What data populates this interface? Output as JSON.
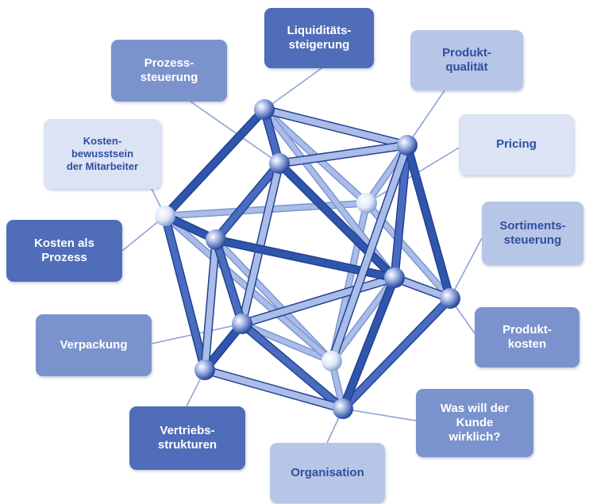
{
  "diagram": {
    "boxes": [
      {
        "id": "liquiditaet",
        "text": "Liquiditäts-\nsteigerung",
        "tone": "dark"
      },
      {
        "id": "prozess",
        "text": "Prozess-\nsteuerung",
        "tone": "mid"
      },
      {
        "id": "produktqual",
        "text": "Produkt-\nqualität",
        "tone": "light"
      },
      {
        "id": "bewusstsein",
        "text": "Kosten-\nbewusstsein\nder Mitarbeiter",
        "tone": "pale"
      },
      {
        "id": "pricing",
        "text": "Pricing",
        "tone": "pale"
      },
      {
        "id": "kostenprozess",
        "text": "Kosten als\nProzess",
        "tone": "dark"
      },
      {
        "id": "sortiment",
        "text": "Sortiments-\nsteuerung",
        "tone": "light"
      },
      {
        "id": "verpackung",
        "text": "Verpackung",
        "tone": "mid"
      },
      {
        "id": "produktkosten",
        "text": "Produkt-\nkosten",
        "tone": "mid"
      },
      {
        "id": "vertrieb",
        "text": "Vertriebs-\nstrukturen",
        "tone": "dark"
      },
      {
        "id": "kunde",
        "text": "Was will der\nKunde\nwirklich?",
        "tone": "mid"
      },
      {
        "id": "organisation",
        "text": "Organisation",
        "tone": "light"
      }
    ],
    "colors": {
      "dark": "#4f6db8",
      "mid": "#7b93cd",
      "light": "#b7c5e7",
      "pale": "#dbe3f4",
      "strut_dark": "#2f55ad",
      "strut_light": "#a9bde8",
      "connector": "#8fa3d3"
    }
  }
}
